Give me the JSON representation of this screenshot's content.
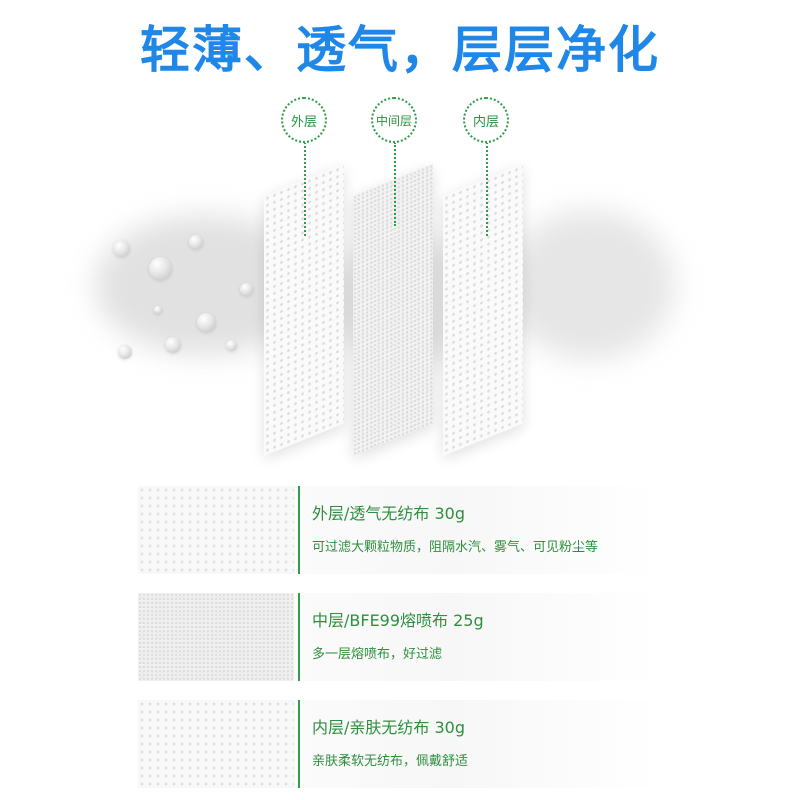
{
  "headline": "轻薄、透气，层层净化",
  "layer_tags": [
    {
      "label": "外层"
    },
    {
      "label": "中间层"
    },
    {
      "label": "内层"
    }
  ],
  "specs": [
    {
      "title": "外层/透气无纺布 30g",
      "desc": "可过滤大颗粒物质，阻隔水汽、雾气、可见粉尘等"
    },
    {
      "title": "中层/BFE99熔喷布 25g",
      "desc": "多一层熔喷布，好过滤"
    },
    {
      "title": "内层/亲肤无纺布 30g",
      "desc": "亲肤柔软无纺布，佩戴舒适"
    }
  ],
  "colors": {
    "headline": "#1e87e8",
    "accent_green": "#2e9e4a"
  }
}
